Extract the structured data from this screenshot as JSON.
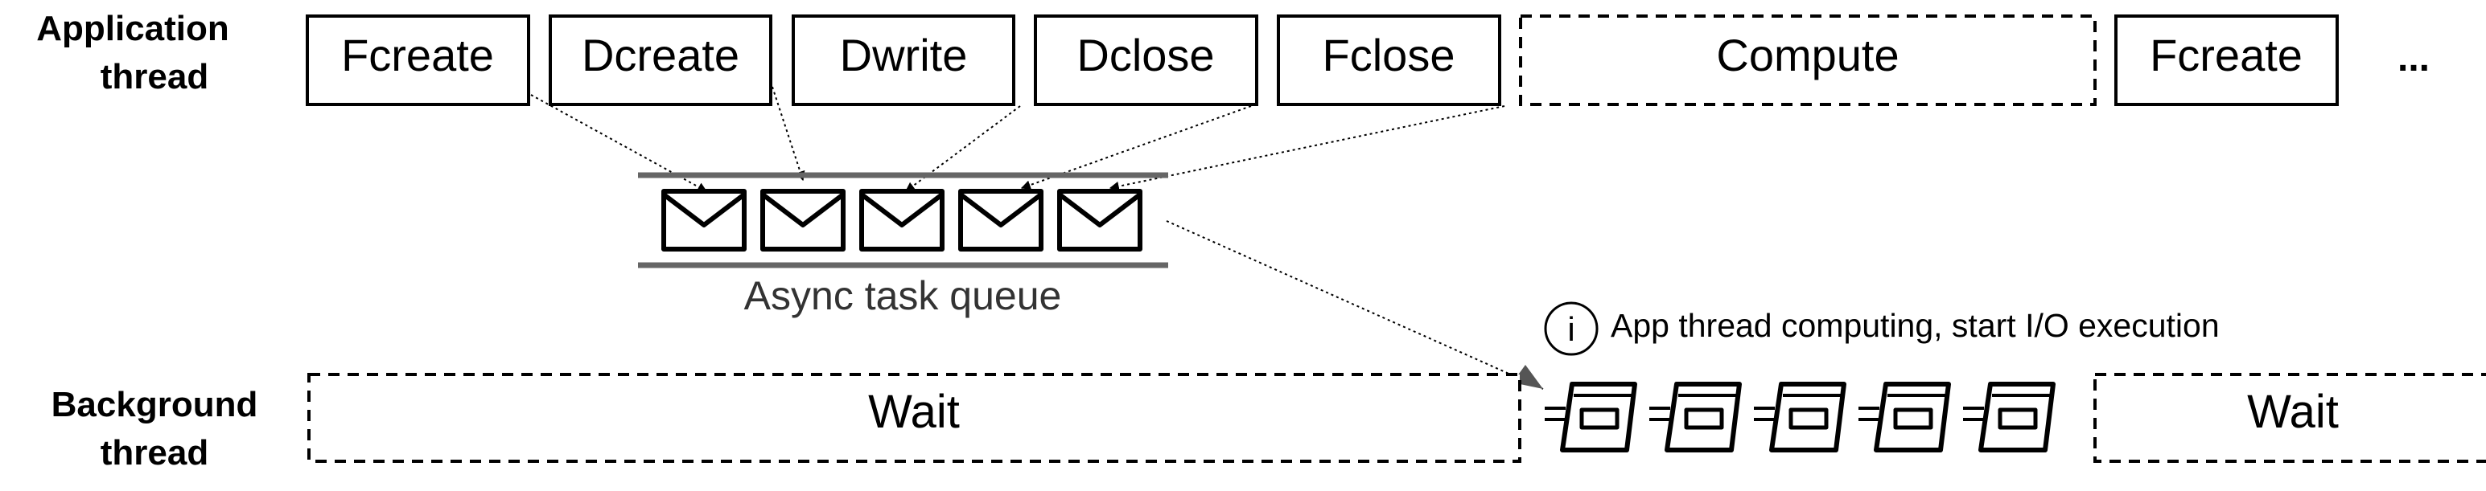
{
  "lanes": {
    "application": {
      "line1": "Application",
      "line2": "thread"
    },
    "background": {
      "line1": "Background",
      "line2": "thread"
    }
  },
  "app_tasks": [
    {
      "label": "Fcreate",
      "style": "solid"
    },
    {
      "label": "Dcreate",
      "style": "solid"
    },
    {
      "label": "Dwrite",
      "style": "solid"
    },
    {
      "label": "Dclose",
      "style": "solid"
    },
    {
      "label": "Fclose",
      "style": "solid"
    },
    {
      "label": "Compute",
      "style": "dashed"
    },
    {
      "label": "Fcreate",
      "style": "solid"
    }
  ],
  "app_ellipsis": "...",
  "queue": {
    "label": "Async task queue",
    "message_icon": "envelope-icon",
    "message_count": 5
  },
  "info": {
    "icon": "info-icon",
    "icon_glyph": "i",
    "text": "App thread computing, start I/O execution"
  },
  "background_tasks": [
    {
      "label": "Wait",
      "style": "dashed"
    },
    {
      "label": "Wait",
      "style": "dashed"
    }
  ],
  "executing": {
    "icon": "executing-task-icon",
    "count": 5
  },
  "colors": {
    "stroke": "#000000",
    "rail": "#666666",
    "pointer": "#555555",
    "text": "#000000",
    "label_gray": "#333333"
  }
}
